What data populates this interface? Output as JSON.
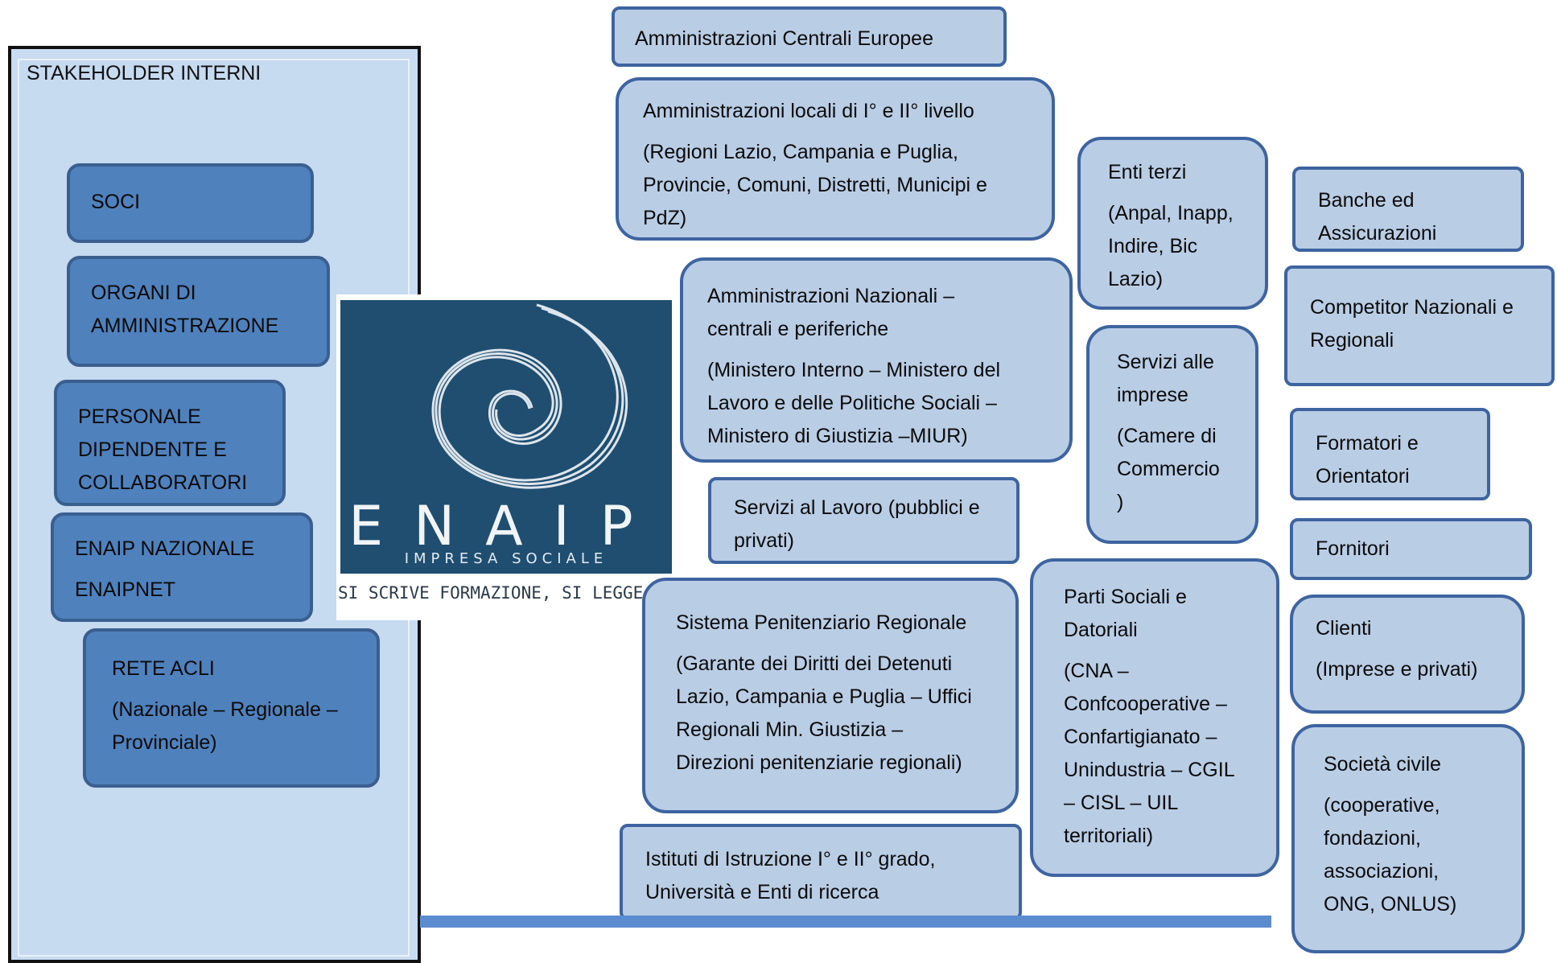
{
  "internal": {
    "title": "STAKEHOLDER INTERNI",
    "soci": "SOCI",
    "organi_1a": "ORGANI",
    "organi_1b": "DI",
    "organi_2": "AMMINISTRAZIONE",
    "personale_1": "PERSONALE",
    "personale_2a": "DIPENDENTE",
    "personale_2b": "E",
    "personale_3": "COLLABORATORI",
    "enaip_1": "ENAIP NAZIONALE",
    "enaip_2": "ENAIPNET",
    "acli_1": "RETE ACLI",
    "acli_2": "(Nazionale – Regionale –",
    "acli_3": "Provinciale)"
  },
  "logo": {
    "letters": "ENAIP",
    "subtitle": "IMPRESA SOCIALE",
    "tagline": "SI SCRIVE FORMAZIONE, SI LEGGE FUTURO"
  },
  "external": {
    "centrali_europee": "Amministrazioni Centrali Europee",
    "locali_title": "Amministrazioni locali di I° e II° livello",
    "locali_1": "(Regioni Lazio, Campania e Puglia,",
    "locali_2": "Provincie, Comuni, Distretti, Municipi e",
    "locali_3": "PdZ)",
    "nazionali_1a": "Amministrazioni",
    "nazionali_1b": "Nazionali",
    "nazionali_1c": "–",
    "nazionali_2": "centrali e periferiche",
    "nazionali_3": "(Ministero Interno – Ministero del",
    "nazionali_4": "Lavoro e delle Politiche Sociali –",
    "nazionali_5": "Ministero di Giustizia –MIUR)",
    "lavoro_1": "Servizi al Lavoro (pubblici e",
    "lavoro_2": "privati)",
    "penit_title": "Sistema Penitenziario Regionale",
    "penit_1": "(Garante dei Diritti dei Detenuti",
    "penit_2": "Lazio, Campania e Puglia – Uffici",
    "penit_3a": "Regionali",
    "penit_3b": "Min.",
    "penit_3c": "Giustizia",
    "penit_3d": "–",
    "penit_4": "Direzioni penitenziarie regionali)",
    "istituti_1": "Istituti di Istruzione I° e II° grado,",
    "istituti_2": "Università e Enti di ricerca",
    "enti_title": "Enti terzi",
    "enti_1": "(Anpal, Inapp,",
    "enti_2a": "Indire,",
    "enti_2b": "Bic",
    "enti_3": "Lazio)",
    "imprese_1a": "Servizi",
    "imprese_1b": "alle",
    "imprese_2": "impresе",
    "imprese_3a": "(Camere",
    "imprese_3b": "di",
    "imprese_4": "Commercio",
    "imprese_5": ")",
    "parti_1a": "Parti",
    "parti_1b": "Sociali",
    "parti_1c": "e",
    "parti_2": "Datoriali",
    "parti_3a": "(CNA",
    "parti_3b": "–",
    "parti_4": "Confcooperative –",
    "parti_5": "Confartigianato –",
    "parti_6": "Unindustria – CGIL",
    "parti_7a": "–",
    "parti_7b": "CISL",
    "parti_7c": "–",
    "parti_7d": "UIL",
    "parti_8": "territoriali)",
    "banche_1a": "Banche",
    "banche_1b": "ed",
    "banche_2": "Assicurazioni",
    "competitor_1": "Competitor Nazionali e",
    "competitor_2": "Regionali",
    "formatori_1a": "Formatori",
    "formatori_1b": "e",
    "formatori_2": "Orientatori",
    "fornitori": "Fornitori",
    "clienti_1": "Clienti",
    "clienti_2": "(Imprese e privati)",
    "civile_title": "Società civile",
    "civile_1": "(cooperative,",
    "civile_2": "fondazioni,",
    "civile_3": "associazioni,",
    "civile_4": "ONG, ONLUS)"
  }
}
